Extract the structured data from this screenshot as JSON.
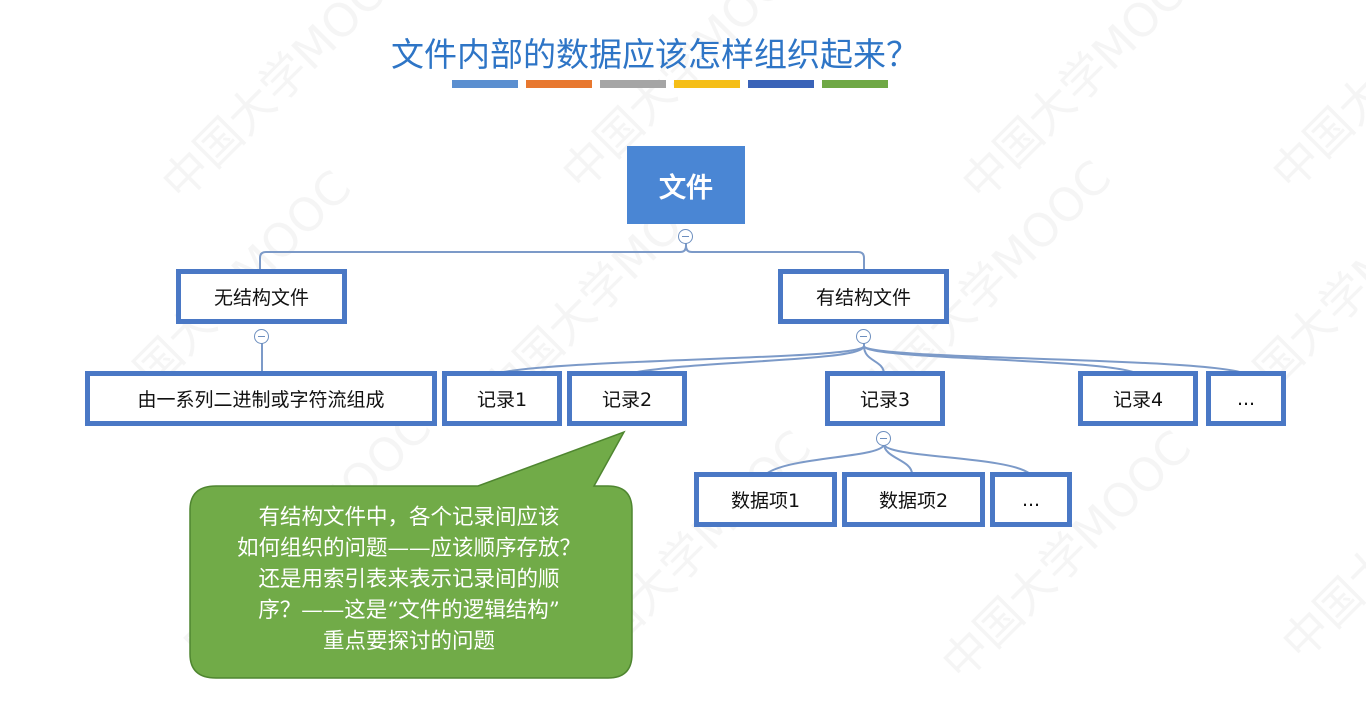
{
  "title": "文件内部的数据应该怎样组织起来？",
  "colors": {
    "title": "#2e75c6",
    "node_border": "#4a78c5",
    "root_fill": "#4a86d4",
    "link": "#7c9ac8",
    "callout_fill": "#71ab48",
    "callout_border": "#4f8630",
    "colorbar": [
      "#5b8fd0",
      "#e8782f",
      "#a5a5a5",
      "#f5be17",
      "#3a63b8",
      "#6fa845"
    ]
  },
  "watermark": "中国大学MOOC",
  "tree": {
    "root": "文件",
    "unstructured": {
      "label": "无结构文件",
      "child": "由一系列二进制或字符流组成"
    },
    "structured": {
      "label": "有结构文件",
      "records": [
        "记录1",
        "记录2",
        "记录3",
        "记录4",
        "..."
      ],
      "record3_items": [
        "数据项1",
        "数据项2",
        "..."
      ]
    }
  },
  "callout": {
    "lines": [
      "有结构文件中，各个记录间应该",
      "如何组织的问题——应该顺序存放？",
      "还是用索引表来表示记录间的顺",
      "序？——这是“文件的逻辑结构”",
      "重点要探讨的问题"
    ]
  }
}
